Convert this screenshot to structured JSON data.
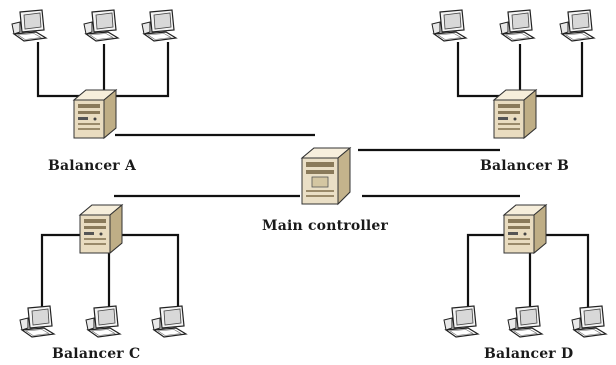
{
  "labels": {
    "balancer_a": "Balancer A",
    "balancer_b": "Balancer B",
    "balancer_c": "Balancer C",
    "balancer_d": "Balancer D",
    "main_controller": "Main controller"
  },
  "colors": {
    "line": "#111111",
    "server_fill": "#e9dcc0",
    "server_dark": "#bfae86",
    "monitor_fill": "#f4f4f4",
    "monitor_screen": "#d8d8d8"
  },
  "icons": {
    "server": "server-tower-icon",
    "controller": "controller-tower-icon",
    "computer": "desktop-computer-icon"
  }
}
